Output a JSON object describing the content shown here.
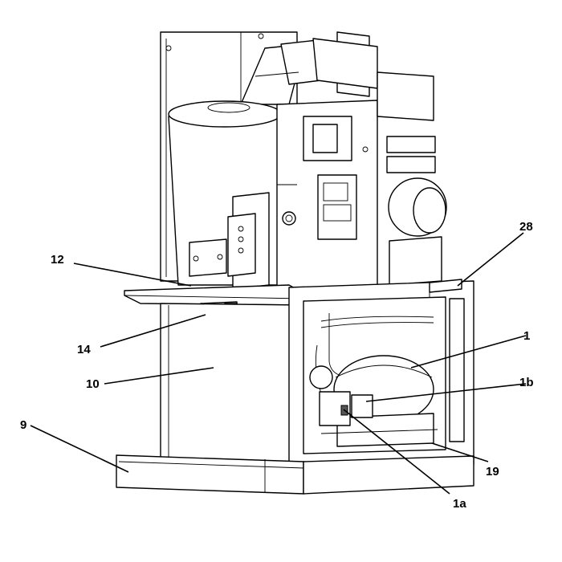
{
  "callouts": [
    {
      "id": "12",
      "label": "12"
    },
    {
      "id": "14",
      "label": "14"
    },
    {
      "id": "10",
      "label": "10"
    },
    {
      "id": "9",
      "label": "9"
    },
    {
      "id": "28",
      "label": "28"
    },
    {
      "id": "1",
      "label": "1"
    },
    {
      "id": "1b",
      "label": "1b"
    },
    {
      "id": "19",
      "label": "19"
    },
    {
      "id": "1a",
      "label": "1a"
    }
  ]
}
